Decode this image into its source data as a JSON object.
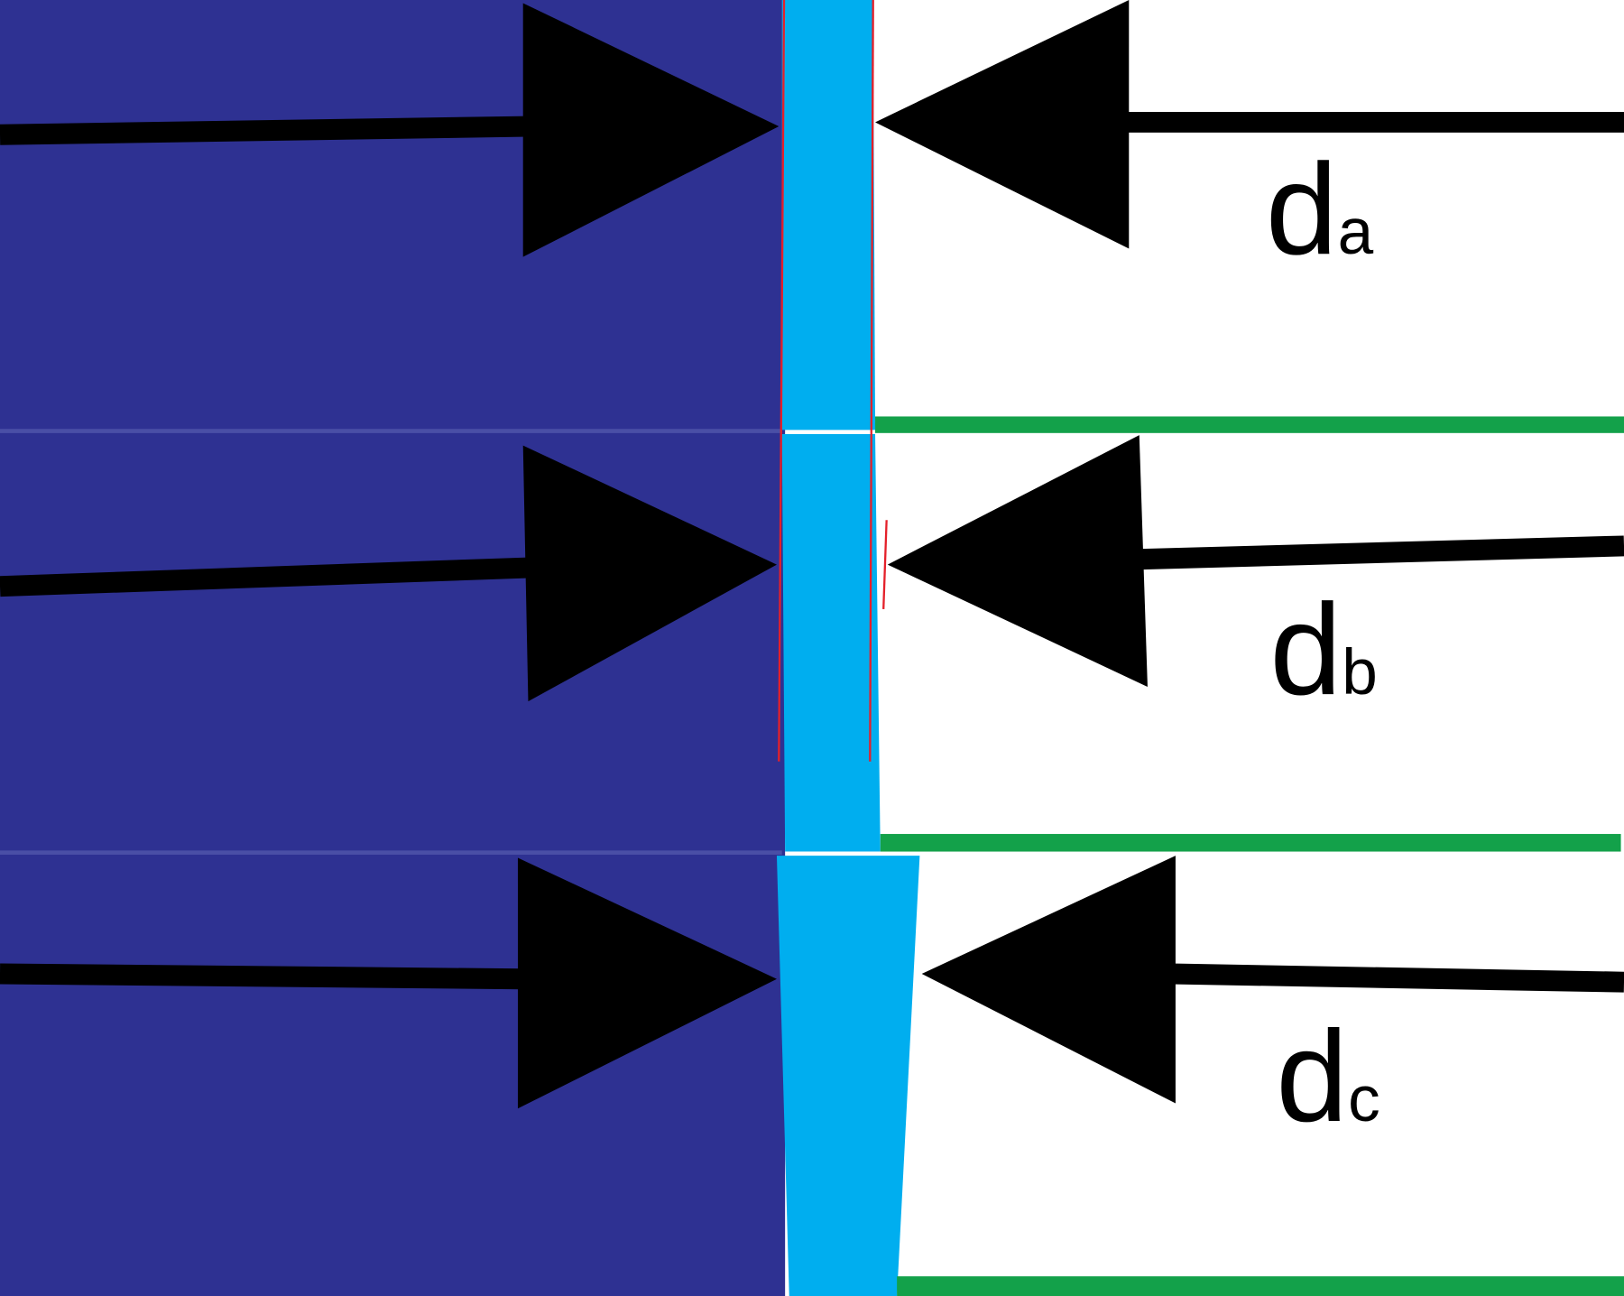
{
  "colors": {
    "substrate": "#2E3192",
    "layer": "#00AEEF",
    "surface_line": "#13A14A",
    "arrows": "#000000",
    "reference_lines": "#E4202A"
  },
  "panels": [
    {
      "label_main": "d",
      "label_sub": "a"
    },
    {
      "label_main": "d",
      "label_sub": "b"
    },
    {
      "label_main": "d",
      "label_sub": "c"
    }
  ]
}
